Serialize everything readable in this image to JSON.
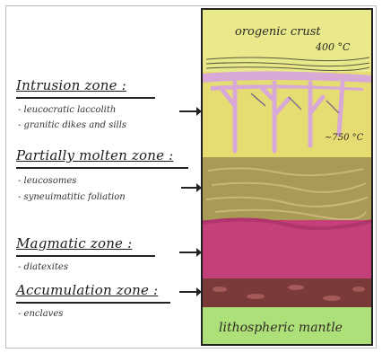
{
  "column": {
    "top_label": "orogenic crust",
    "top_temp": "400 °C",
    "mid_temp": "~750 °C",
    "bottom_label": "lithospheric mantle"
  },
  "zones": [
    {
      "title": "Intrusion zone :",
      "items": [
        "- leucocratic laccolith",
        "- granitic dikes and sills"
      ]
    },
    {
      "title": "Partially molten zone :",
      "items": [
        "- leucosomes",
        "- syneuimatitic foliation"
      ]
    },
    {
      "title": "Magmatic zone :",
      "items": [
        "- diatexites"
      ]
    },
    {
      "title": "Accumulation zone :",
      "items": [
        "- enclaves"
      ]
    }
  ],
  "colors": {
    "crust": "#e9e98c",
    "dikes": "#d8a9d6",
    "intrusion": "#e5dd72",
    "partial_melt": "#a99a55",
    "magmatic": "#c4407a",
    "accumulation": "#7a3a3a",
    "mantle": "#aee07a",
    "frame": "#222"
  },
  "icons": [
    "arrow-right-icon"
  ]
}
